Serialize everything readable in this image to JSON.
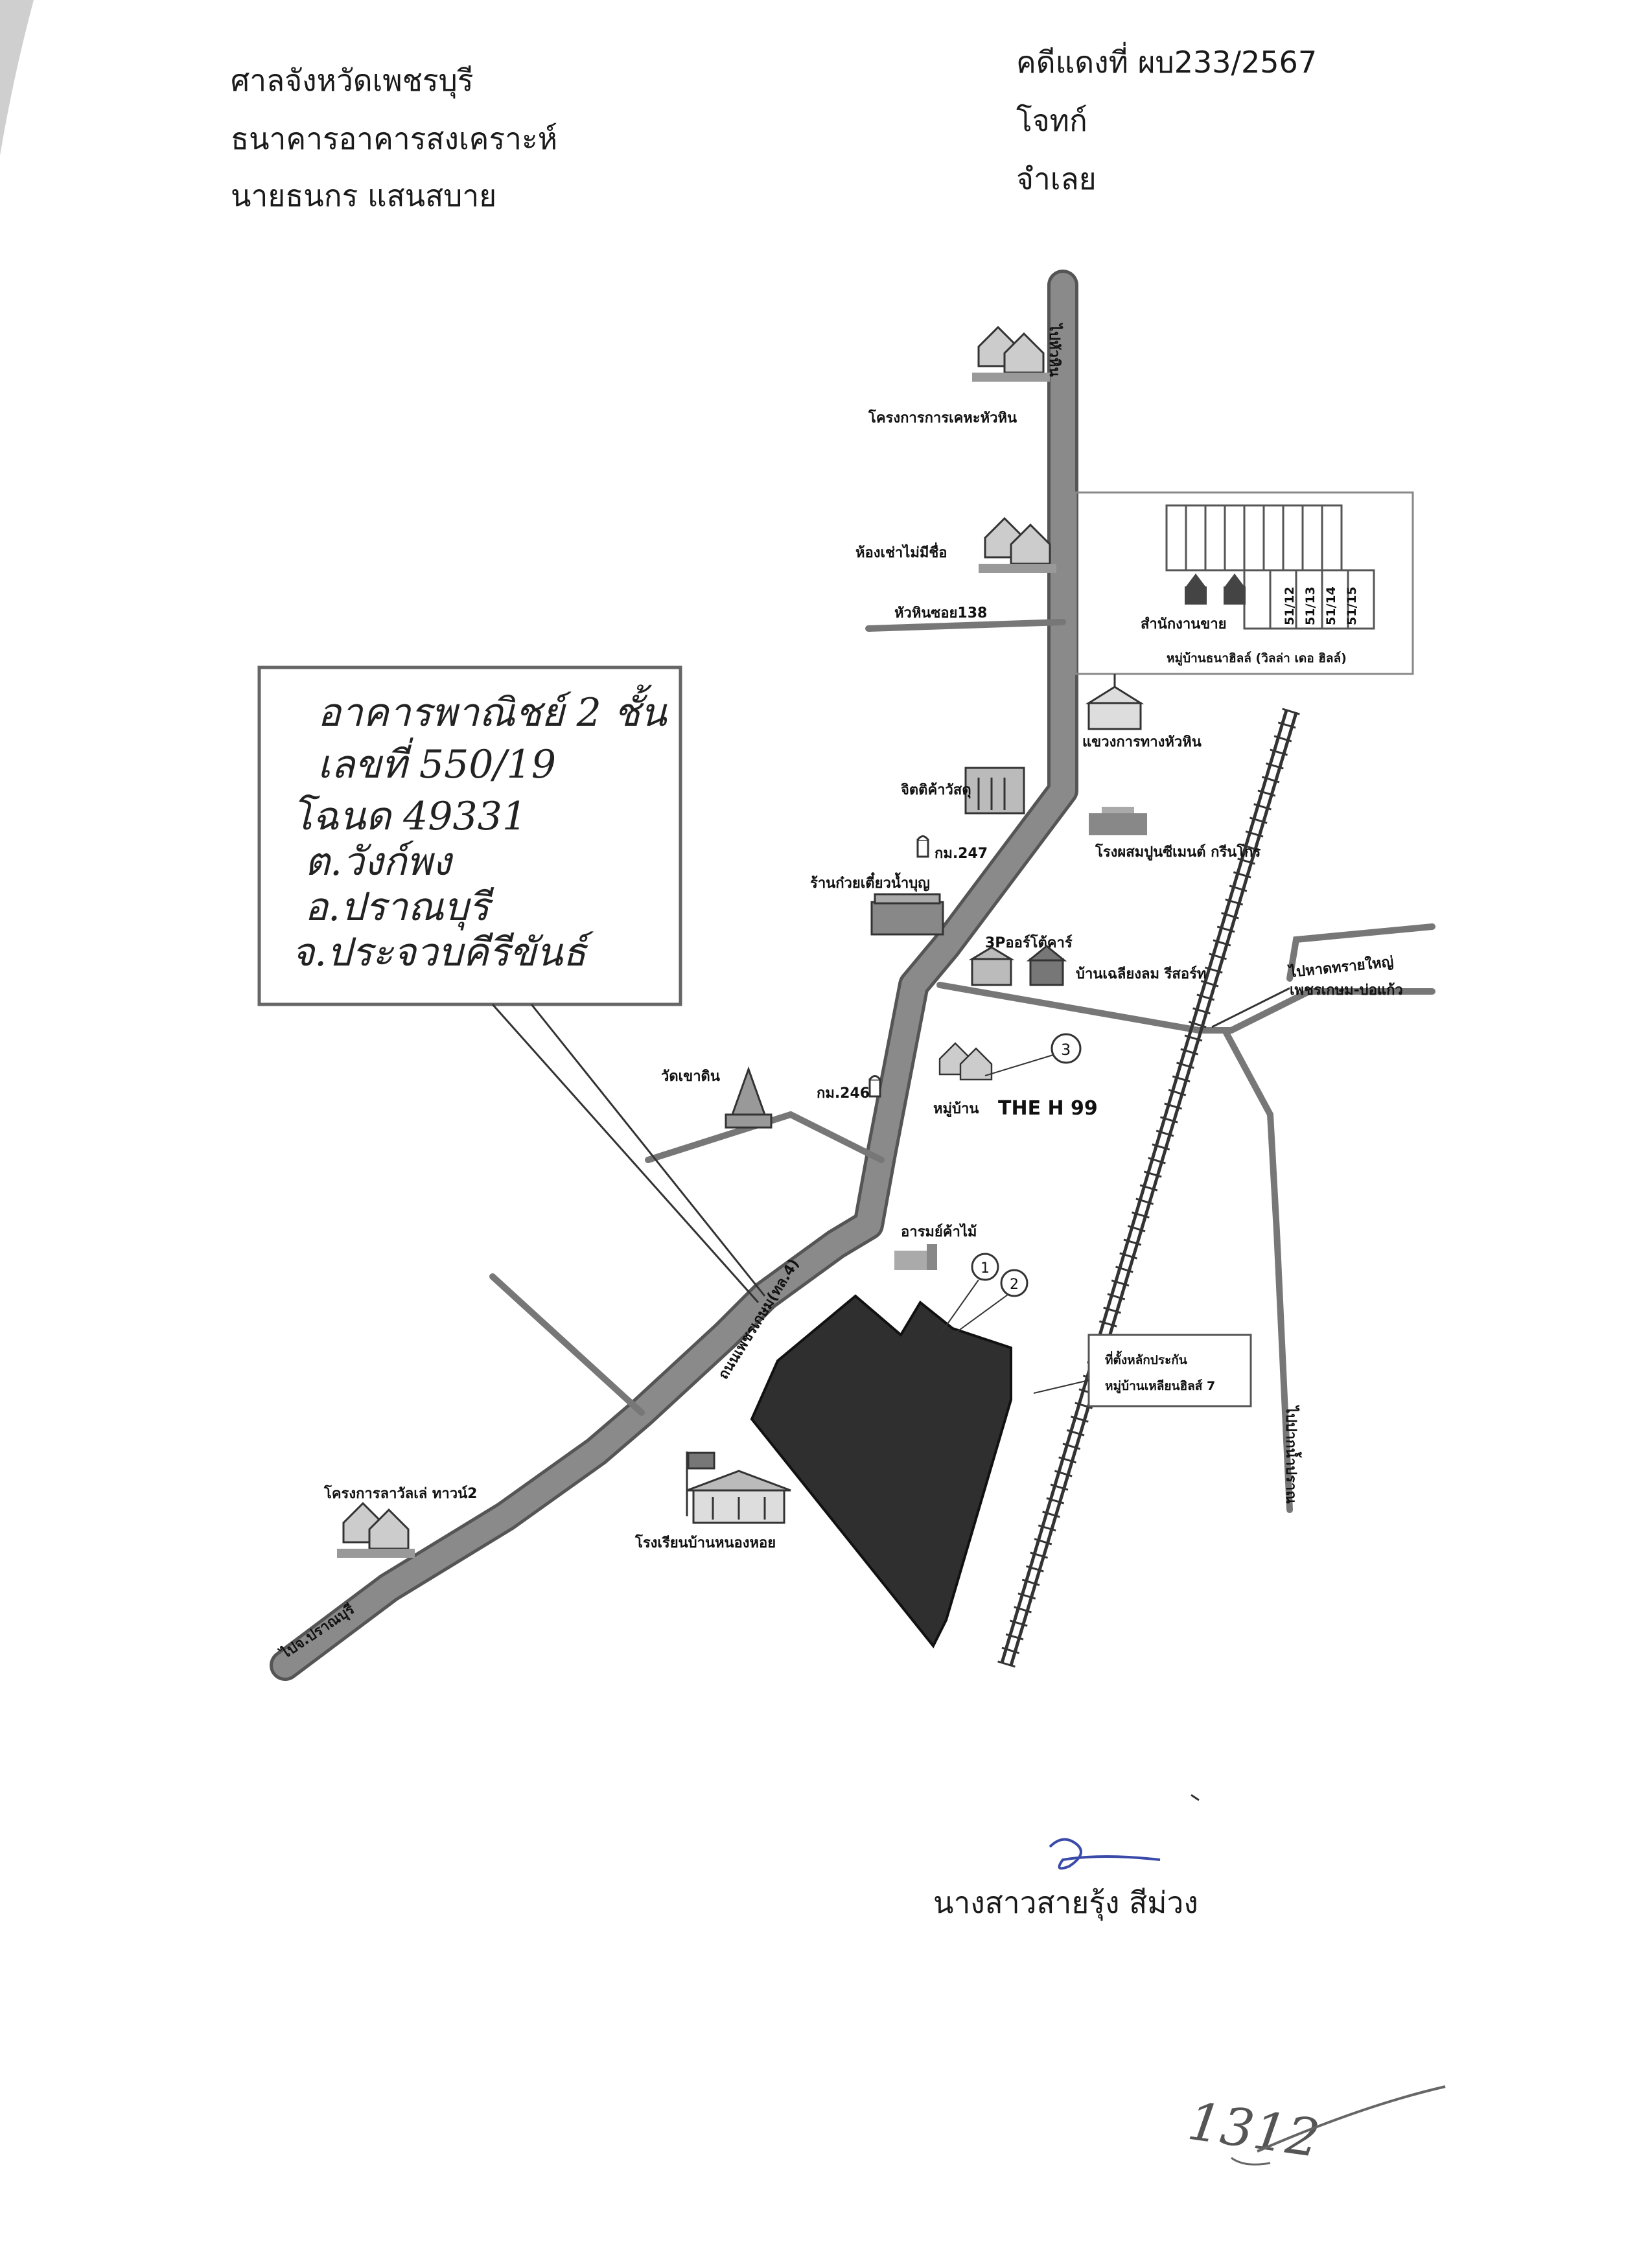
{
  "header": {
    "court": "ศาลจังหวัดเพชรบุรี",
    "plaintiff": "ธนาคารอาคารสงเคราะห์",
    "defendant": "นายธนกร แสนสบาย",
    "case_label": "คดีแดงที่",
    "case_number": "ผบ233/2567",
    "plaintiff_role": "โจทก์",
    "defendant_role": "จำเลย"
  },
  "map": {
    "property_box": {
      "line1": "อาคารพาณิชย์ 2 ชั้น",
      "line2": "เลขที่ 550/19",
      "line3": "โฉนด 49331",
      "line4": "ต.วังก์พง",
      "line5": "อ.ปราณบุรี",
      "line6": "จ.ประจวบคีรีขันธ์"
    },
    "labels": {
      "road_top": "ไปหัวหิน",
      "road_main": "ถนนเพชรเกษม(ทล.4)",
      "road_to_pranburi": "ไปจ.ปราณบุรี",
      "road_to_beach": "ไปหาดทรายใหญ่",
      "road_petchkasem_bo_kaew": "เพชรเกษม-บ่อแก้ว",
      "road_to_river": "ไปปากน้ำปราณ",
      "project_top": "โครงการการเคหะหัวหิน",
      "rooms": "ห้องเช่าไม่มีชื่อ",
      "soi": "หัวหินซอย138",
      "sales_office": "สำนักงานขาย",
      "village_top": "หมู่บ้านธนาฮิลล์ (วิลล่า เดอ ฮิลล์)",
      "highway_office": "แขวงการทางหัวหิน",
      "hardware": "จิตติค้าวัสดุ",
      "cement": "โรงผสมปูนซีเมนต์ กรีนโกร",
      "km247": "กม.247",
      "noodle": "ร้านก๋วยเตี๋ยวน้ำบุญ",
      "car_3p": "3Pออร์โต้คาร์",
      "resort": "บ้านเฉลียงลม รีสอร์ท",
      "temple": "วัดเขาดิน",
      "km246": "กม.246",
      "village_h99_prefix": "หมู่บ้าน",
      "village_h99": "THE H 99",
      "wood": "อารมย์ค้าไม้",
      "marker_note_1": "ที่ตั้งหลักประกัน",
      "marker_note_2": "หมู่บ้านเหลียนฮิลส์ 7",
      "lawan": "โครงการลาวัลเล่ ทาวน์2",
      "school": "โรงเรียนบ้านหนองหอย",
      "num1": "1",
      "num2": "2",
      "num3": "3",
      "house_nums": [
        "51/15",
        "51/14",
        "51/13",
        "51/12"
      ]
    }
  },
  "signature": {
    "name": "นางสาวสายรุ้ง สีม่วง",
    "page_number": "1312"
  }
}
